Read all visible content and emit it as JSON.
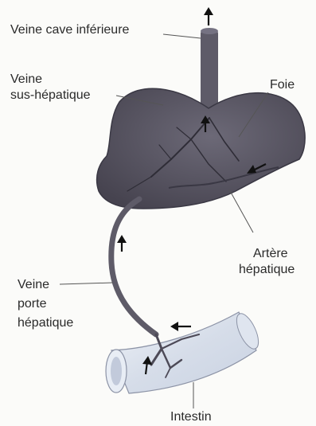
{
  "labels": {
    "inferior_vena_cava": "Veine cave inférieure",
    "hepatic_vein_line1": "Veine",
    "hepatic_vein_line2": "sus-hépatique",
    "liver": "Foie",
    "hepatic_artery_line1": "Artère",
    "hepatic_artery_line2": "hépatique",
    "portal_vein_line1": "Veine",
    "portal_vein_line2": "porte",
    "portal_vein_line3": "hépatique",
    "intestine": "Intestin"
  },
  "colors": {
    "liver": "#5b5865",
    "vessel": "#5e5b68",
    "intestine": "#d9e0ee",
    "text": "#2a2a2a"
  }
}
